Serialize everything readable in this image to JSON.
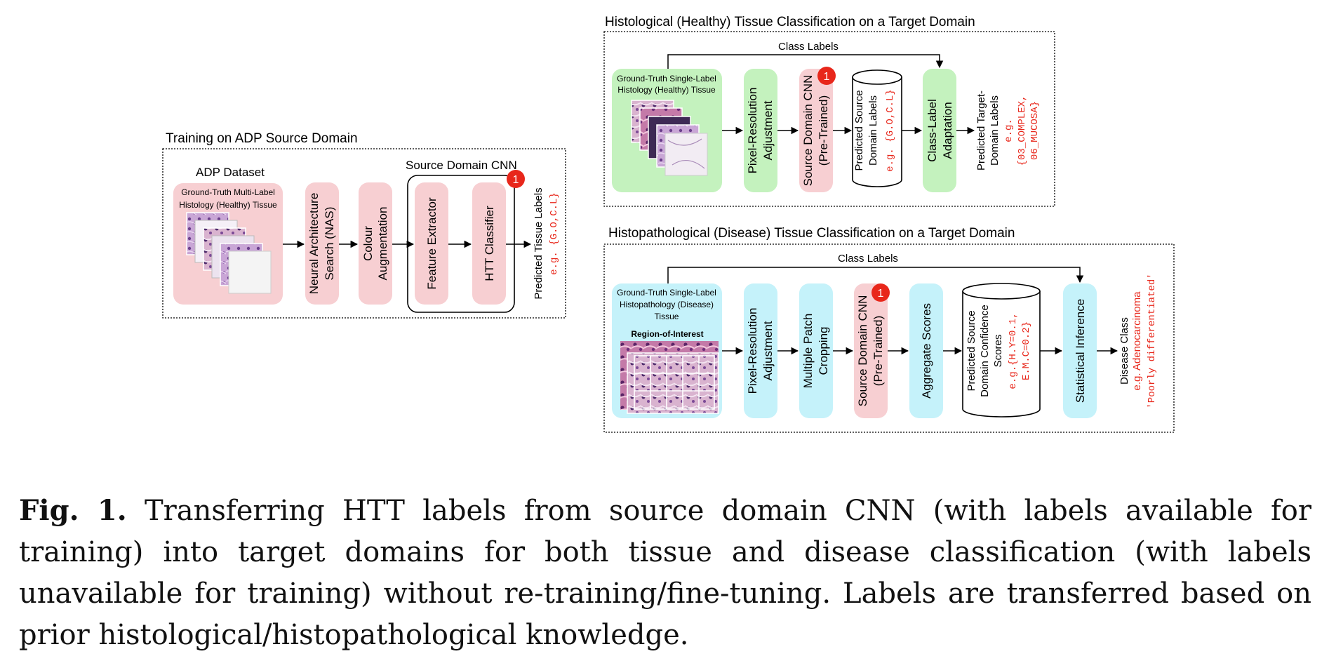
{
  "training": {
    "title": "Training on ADP Source Domain",
    "dataset_title": "ADP Dataset",
    "dataset_box": [
      "Ground-Truth Multi-Label",
      "Histology (Healthy) Tissue"
    ],
    "nas": [
      "Neural Architecture",
      "Search (NAS)"
    ],
    "colour": [
      "Colour",
      "Augmentation"
    ],
    "cnn_title": "Source Domain CNN",
    "feature": "Feature Extractor",
    "htt": "HTT Classifier",
    "badge": "1",
    "predicted": "Predicted Tissue Labels",
    "example": "e.g. {G.O,C.L}"
  },
  "healthy": {
    "title": "Histological (Healthy) Tissue Classification on a Target Domain",
    "class_labels": "Class Labels",
    "input_box": [
      "Ground-Truth Single-Label",
      "Histology (Healthy) Tissue"
    ],
    "pixel": [
      "Pixel-Resolution",
      "Adjustment"
    ],
    "cnn": [
      "Source Domain CNN",
      "(Pre-Trained)"
    ],
    "badge": "1",
    "predicted_source": [
      "Predicted Source",
      "Domain Labels"
    ],
    "predicted_source_example": "e.g. {G.O,C.L}",
    "adaptation": [
      "Class-Label",
      "Adaptation"
    ],
    "predicted_target": [
      "Predicted Target-",
      "Domain Labels"
    ],
    "target_example": [
      "e.g.",
      "{03_COMPLEX,",
      "06_MUCOSA}"
    ]
  },
  "disease": {
    "title": "Histopathological (Disease) Tissue Classification on a Target Domain",
    "class_labels": "Class Labels",
    "input_box": [
      "Ground-Truth Single-Label",
      "Histopathology (Disease)",
      "Tissue"
    ],
    "roi": "Region-of-Interest",
    "pixel": [
      "Pixel-Resolution",
      "Adjustment"
    ],
    "patch": [
      "Multiple Patch",
      "Cropping"
    ],
    "cnn": [
      "Source Domain CNN",
      "(Pre-Trained)"
    ],
    "badge": "1",
    "aggregate": "Aggregate Scores",
    "confidence": [
      "Predicted Source",
      "Domain Confidence",
      "Scores"
    ],
    "confidence_example": [
      "e.g.{H.Y=0.1,",
      "E.M.C=0.2}"
    ],
    "inference": "Statistical Inference",
    "disease_class": "Disease Class",
    "disease_example": [
      "e.g. Adenocarcinoma",
      "'Poorly differentiated'"
    ]
  },
  "caption": {
    "label": "Fig. 1.",
    "text": "Transferring HTT labels from source domain CNN (with labels available for training) into target domains for both tissue and disease classification (with labels unavailable for training) without re-training/fine-tuning. Labels are transferred based on prior histological/histopathological knowledge."
  },
  "colors": {
    "pink": "#f7cfd2",
    "green": "#c4f2be",
    "cyan": "#c5f2fa",
    "badge": "#e8271b",
    "example_red": "#e8271b"
  }
}
